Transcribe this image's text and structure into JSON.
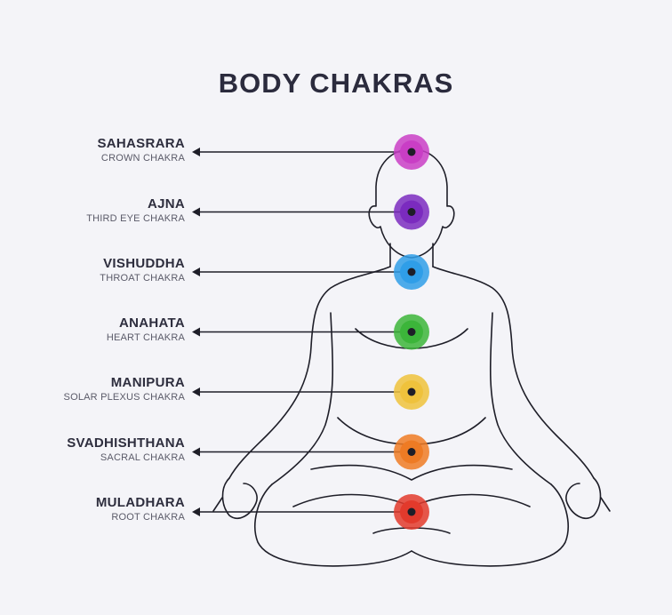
{
  "title": "BODY CHAKRAS",
  "chakras": [
    {
      "name": "SAHASRARA",
      "subtitle": "CROWN CHAKRA",
      "color": "#c93ec5"
    },
    {
      "name": "AJNA",
      "subtitle": "THIRD EYE CHAKRA",
      "color": "#7b2bbf"
    },
    {
      "name": "VISHUDDHA",
      "subtitle": "THROAT CHAKRA",
      "color": "#2f9ee8"
    },
    {
      "name": "ANAHATA",
      "subtitle": "HEART CHAKRA",
      "color": "#3cb53a"
    },
    {
      "name": "MANIPURA",
      "subtitle": "SOLAR PLEXUS CHAKRA",
      "color": "#efc23c"
    },
    {
      "name": "SVADHISHTHANA",
      "subtitle": "SACRAL CHAKRA",
      "color": "#ee7b24"
    },
    {
      "name": "MULADHARA",
      "subtitle": "ROOT CHAKRA",
      "color": "#e23a2c"
    }
  ]
}
